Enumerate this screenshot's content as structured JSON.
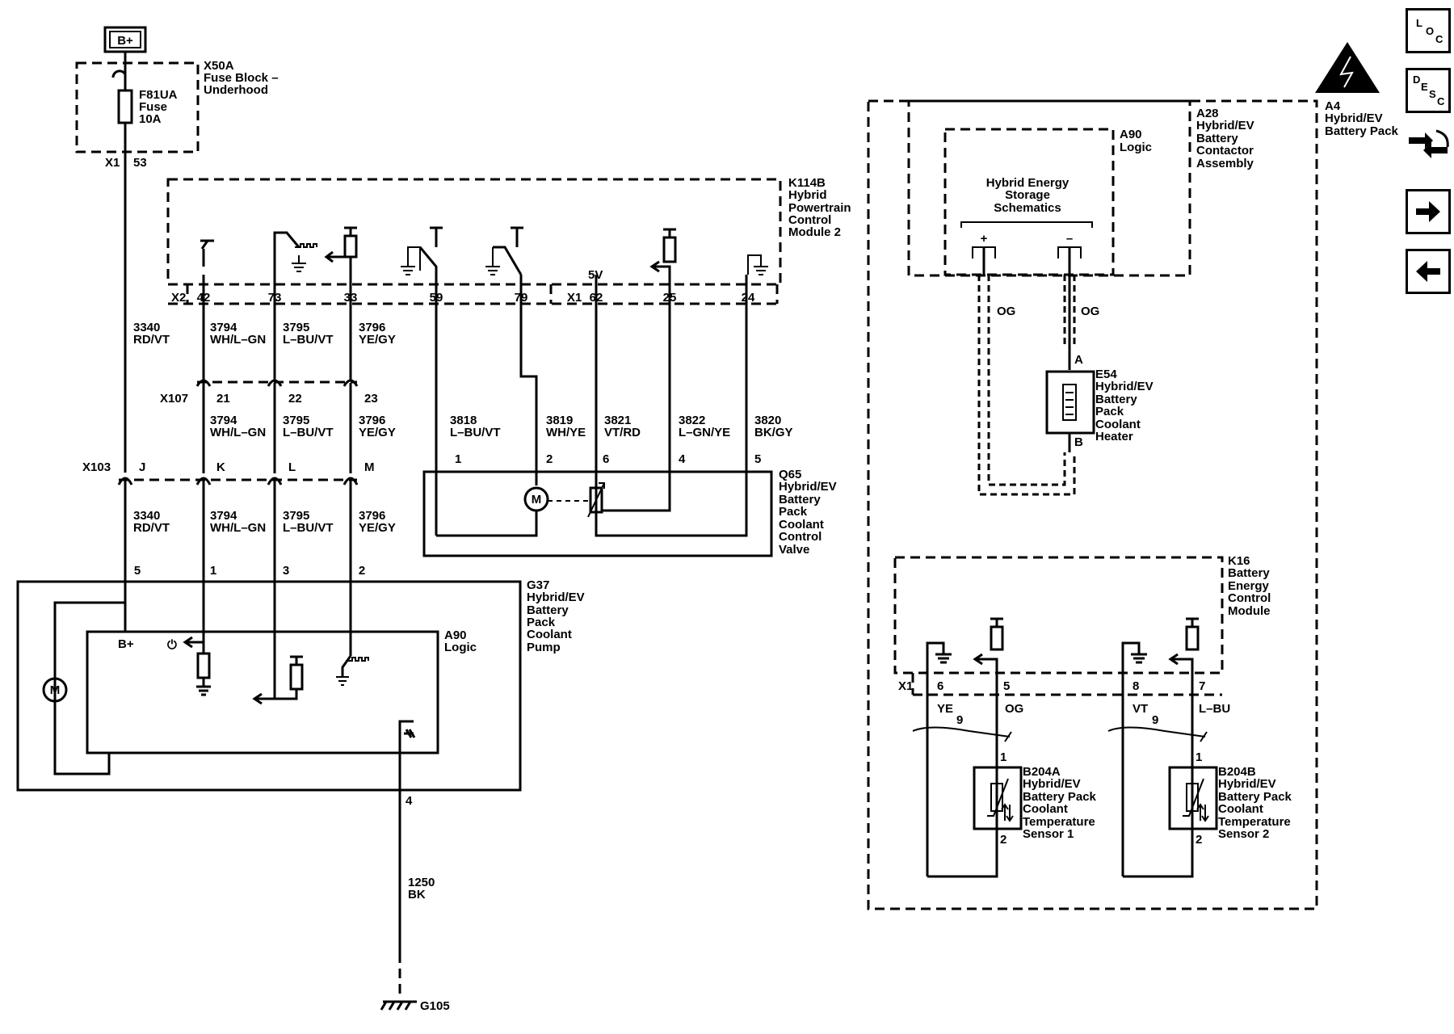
{
  "power": {
    "source": "B+"
  },
  "fuse_block": {
    "id": "X50A",
    "name_line1": "Fuse Block –",
    "name_line2": "Underhood",
    "fuse_id": "F81UA",
    "fuse_type": "Fuse",
    "fuse_rating": "10A",
    "conn": "X1",
    "pin": "53"
  },
  "hpcm": {
    "id": "K114B",
    "lines": [
      "Hybrid",
      "Powertrain",
      "Control",
      "Module 2"
    ],
    "conn_x2": "X2",
    "conn_x1": "X1",
    "ref_5v": "5V",
    "pins": [
      "42",
      "73",
      "33",
      "59",
      "79",
      "62",
      "25",
      "24"
    ]
  },
  "wires": {
    "w3340": {
      "circuit": "3340",
      "color": "RD/VT"
    },
    "w3794": {
      "circuit": "3794",
      "color": "WH/L–GN"
    },
    "w3795": {
      "circuit": "3795",
      "color": "L–BU/VT"
    },
    "w3796": {
      "circuit": "3796",
      "color": "YE/GY"
    },
    "w3818": {
      "circuit": "3818",
      "color": "L–BU/VT"
    },
    "w3819": {
      "circuit": "3819",
      "color": "WH/YE"
    },
    "w3821": {
      "circuit": "3821",
      "color": "VT/RD"
    },
    "w3822": {
      "circuit": "3822",
      "color": "L–GN/YE"
    },
    "w3820": {
      "circuit": "3820",
      "color": "BK/GY"
    },
    "w1250": {
      "circuit": "1250",
      "color": "BK"
    }
  },
  "x107": {
    "id": "X107",
    "pins": [
      "21",
      "22",
      "23"
    ]
  },
  "x103": {
    "id": "X103",
    "pins": [
      "J",
      "K",
      "L",
      "M"
    ]
  },
  "valve": {
    "id": "Q65",
    "lines": [
      "Hybrid/EV",
      "Battery",
      "Pack",
      "Coolant",
      "Control",
      "Valve"
    ],
    "pins": [
      "1",
      "2",
      "6",
      "4",
      "5"
    ],
    "motor": "M"
  },
  "pump": {
    "id": "G37",
    "lines": [
      "Hybrid/EV",
      "Battery",
      "Pack",
      "Coolant",
      "Pump"
    ],
    "logic_id": "A90",
    "logic_name": "Logic",
    "bplus": "B+",
    "motor": "M",
    "power_symbol": "⏻",
    "pins": [
      "5",
      "1",
      "3",
      "2",
      "4"
    ]
  },
  "ground": {
    "id": "G105"
  },
  "battery_pack": {
    "id": "A4",
    "lines": [
      "Hybrid/EV",
      "Battery Pack"
    ]
  },
  "contactor": {
    "id": "A28",
    "lines": [
      "Hybrid/EV",
      "Battery",
      "Contactor",
      "Assembly"
    ],
    "logic_id": "A90",
    "logic_name": "Logic",
    "schematic_lines": [
      "Hybrid Energy",
      "Storage",
      "Schematics"
    ],
    "plus": "+",
    "minus": "–",
    "wire_color": "OG"
  },
  "heater": {
    "id": "E54",
    "lines": [
      "Hybrid/EV",
      "Battery",
      "Pack",
      "Coolant",
      "Heater"
    ],
    "pin_a": "A",
    "pin_b": "B"
  },
  "becm": {
    "id": "K16",
    "lines": [
      "Battery",
      "Energy",
      "Control",
      "Module"
    ],
    "conn": "X1",
    "pins": [
      "6",
      "5",
      "8",
      "7"
    ],
    "wire_ye": "YE",
    "wire_og": "OG",
    "wire_vt": "VT",
    "wire_lbu": "L–BU",
    "twist": "9"
  },
  "sensor1": {
    "id": "B204A",
    "lines": [
      "Hybrid/EV",
      "Battery Pack",
      "Coolant",
      "Temperature",
      "Sensor 1"
    ],
    "pin1": "1",
    "pin2": "2"
  },
  "sensor2": {
    "id": "B204B",
    "lines": [
      "Hybrid/EV",
      "Battery Pack",
      "Coolant",
      "Temperature",
      "Sensor 2"
    ],
    "pin1": "1",
    "pin2": "2"
  },
  "nav": {
    "loc_l": "L",
    "loc_o": "O",
    "loc_c": "C",
    "desc_d": "D",
    "desc_e": "E",
    "desc_s": "S",
    "desc_c": "C"
  },
  "icons": {
    "warning": "high-voltage-warning-icon",
    "connector": "connector-view-icon",
    "next": "arrow-right-icon",
    "prev": "arrow-left-icon"
  }
}
